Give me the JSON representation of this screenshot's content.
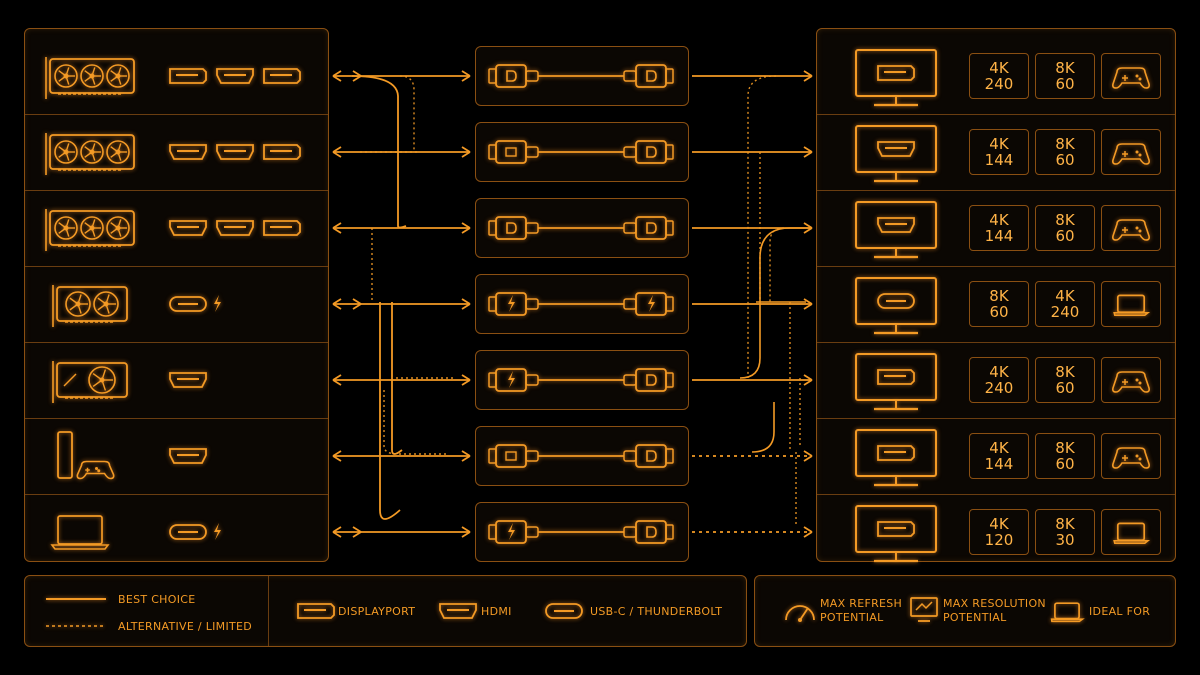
{
  "colors": {
    "accent": "#f39a25",
    "dim": "#8a4f12",
    "background": "#000000"
  },
  "sources": [
    {
      "device": "gpu-triple-fan-icon",
      "ports": [
        "displayport-port-icon",
        "hdmi-port-icon",
        "displayport-port-icon"
      ],
      "extra": ""
    },
    {
      "device": "gpu-triple-fan-icon",
      "ports": [
        "hdmi-port-icon",
        "hdmi-port-icon",
        "displayport-port-icon"
      ],
      "extra": ""
    },
    {
      "device": "gpu-triple-fan-icon",
      "ports": [
        "hdmi-port-icon",
        "hdmi-port-icon",
        "displayport-port-icon"
      ],
      "extra": ""
    },
    {
      "device": "gpu-dual-fan-icon",
      "ports": [
        "usbc-port-icon"
      ],
      "extra": "lightning-icon"
    },
    {
      "device": "gpu-single-fan-icon",
      "ports": [
        "hdmi-port-icon"
      ],
      "extra": ""
    },
    {
      "device": "console-icon",
      "ports": [
        "hdmi-port-icon"
      ],
      "extra": ""
    },
    {
      "device": "laptop-icon",
      "ports": [
        "usbc-port-icon"
      ],
      "extra": "lightning-icon"
    }
  ],
  "cables": [
    {
      "left": "displayport",
      "right": "displayport"
    },
    {
      "left": "hdmi",
      "right": "displayport"
    },
    {
      "left": "displayport",
      "right": "displayport"
    },
    {
      "left": "usbc",
      "right": "usbc"
    },
    {
      "left": "usbc",
      "right": "displayport"
    },
    {
      "left": "hdmi",
      "right": "displayport"
    },
    {
      "left": "usbc",
      "right": "displayport"
    }
  ],
  "displays": [
    {
      "port": "displayport",
      "spec1": [
        "4K",
        "240"
      ],
      "spec2": [
        "8K",
        "60"
      ],
      "ideal": "gamepad-icon"
    },
    {
      "port": "hdmi",
      "spec1": [
        "4K",
        "144"
      ],
      "spec2": [
        "8K",
        "60"
      ],
      "ideal": "gamepad-icon"
    },
    {
      "port": "hdmi",
      "spec1": [
        "4K",
        "144"
      ],
      "spec2": [
        "8K",
        "60"
      ],
      "ideal": "gamepad-icon"
    },
    {
      "port": "usbc",
      "spec1": [
        "8K",
        "60"
      ],
      "spec2": [
        "4K",
        "240"
      ],
      "ideal": "laptop-icon"
    },
    {
      "port": "displayport",
      "spec1": [
        "4K",
        "240"
      ],
      "spec2": [
        "8K",
        "60"
      ],
      "ideal": "gamepad-icon"
    },
    {
      "port": "displayport",
      "spec1": [
        "4K",
        "144"
      ],
      "spec2": [
        "8K",
        "60"
      ],
      "ideal": "gamepad-icon"
    },
    {
      "port": "displayport",
      "spec1": [
        "4K",
        "120"
      ],
      "spec2": [
        "8K",
        "30"
      ],
      "ideal": "laptop-icon"
    }
  ],
  "connections": [
    {
      "cable": 0,
      "left_style": "solid",
      "left_arrow": "both",
      "right_style": "solid"
    },
    {
      "cable": 1,
      "left_style": "solid",
      "left_arrow": "in",
      "right_style": "solid"
    },
    {
      "cable": 2,
      "left_style": "solid",
      "left_arrow": "in",
      "right_style": "solid"
    },
    {
      "cable": 3,
      "left_style": "solid",
      "left_arrow": "both",
      "right_style": "solid"
    },
    {
      "cable": 4,
      "left_style": "solid",
      "left_arrow": "in",
      "right_style": "solid"
    },
    {
      "cable": 5,
      "left_style": "solid",
      "left_arrow": "in",
      "right_style": "dotted"
    },
    {
      "cable": 6,
      "left_style": "solid",
      "left_arrow": "both",
      "right_style": "dotted"
    }
  ],
  "legend": {
    "best_choice": "BEST CHOICE",
    "alternative": "ALTERNATIVE / LIMITED",
    "displayport": "DISPLAYPORT",
    "hdmi": "HDMI",
    "usbc": "USB-C / THUNDERBOLT",
    "max_refresh": [
      "MAX REFRESH",
      "POTENTIAL"
    ],
    "max_resolution": [
      "MAX RESOLUTION",
      "POTENTIAL"
    ],
    "ideal_for": "IDEAL FOR"
  }
}
